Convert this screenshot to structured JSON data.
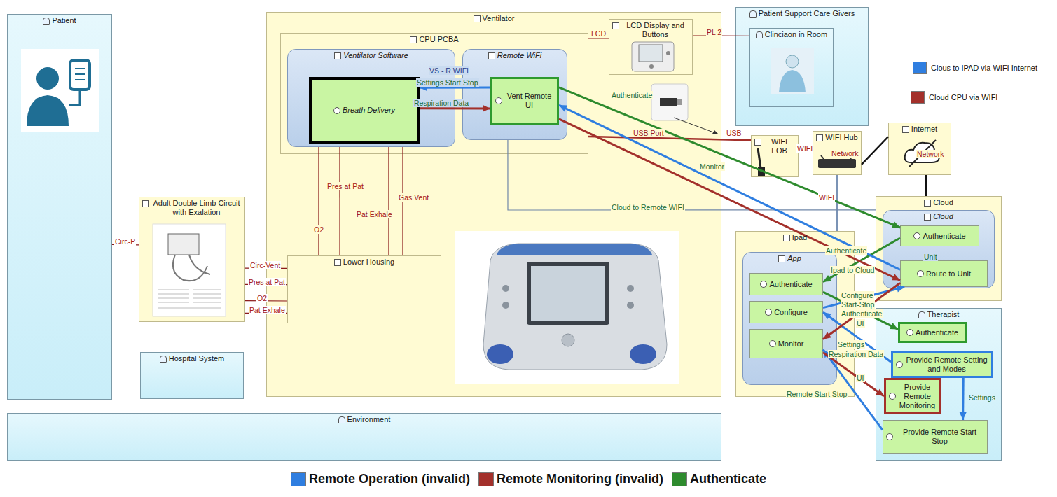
{
  "diagram": {
    "nodes": [
      {
        "text": [
          "Patient"
        ]
      },
      {
        "text": [
          "Adult Double Limb Circuit with Exalation"
        ]
      },
      {
        "text": [
          "Hospital System"
        ]
      },
      {
        "text": [
          "Environment"
        ]
      },
      {
        "text": [
          "Ventilator"
        ]
      },
      {
        "text": [
          "CPU PCBA"
        ],
        "in": 4
      },
      {
        "text": [
          "Ventilator Software"
        ],
        "in": 5
      },
      {
        "text": [
          "Breath Delivery"
        ],
        "in": 6
      },
      {
        "text": [
          "Remote WiFi"
        ],
        "in": 5
      },
      {
        "text": [
          "Vent Remote UI"
        ],
        "in": 8
      },
      {
        "text": [
          "LCD Display and Buttons"
        ],
        "in": 4
      },
      {
        "text": [
          "Lower Housing"
        ],
        "in": 4
      },
      {
        "text": [
          "Patient Support Care Givers"
        ]
      },
      {
        "text": [
          "Clinciaon in Room"
        ],
        "in": 12
      },
      {
        "text": [
          "WIFI FOB"
        ]
      },
      {
        "text": [
          "WIFI Hub"
        ]
      },
      {
        "text": [
          "Internet"
        ]
      },
      {
        "text": [
          "Cloud"
        ]
      },
      {
        "text": [
          "Cloud"
        ],
        "in": 17
      },
      {
        "text": [
          "Authenticate"
        ],
        "in": 18
      },
      {
        "text": [
          "Route to Unit"
        ],
        "in": 18
      },
      {
        "text": [
          "Ipad"
        ]
      },
      {
        "text": [
          "App"
        ],
        "in": 21
      },
      {
        "text": [
          "Authenticate"
        ],
        "in": 22
      },
      {
        "text": [
          "Configure"
        ],
        "in": 22
      },
      {
        "text": [
          "Monitor"
        ],
        "in": 22
      },
      {
        "text": [
          "Therapist"
        ]
      },
      {
        "text": [
          "Authenticate"
        ],
        "in": 26
      },
      {
        "text": [
          "Provide Remote Setting and Modes"
        ],
        "in": 26
      },
      {
        "text": [
          "Provide Remote Monitoring"
        ],
        "in": 26
      },
      {
        "text": [
          "Provide Remote Start Stop"
        ],
        "in": 26
      }
    ],
    "edges": [
      {
        "from": 0,
        "to": 1,
        "arrow": "none",
        "label": "Circ-P"
      },
      {
        "from": 1,
        "to": 11,
        "arrow": "none",
        "label": "Circ-Vent"
      },
      {
        "from": 1,
        "to": 11,
        "arrow": "none",
        "label": "Pres at Pat"
      },
      {
        "from": 1,
        "to": 11,
        "arrow": "none",
        "label": "O2"
      },
      {
        "from": 1,
        "to": 11,
        "arrow": "none",
        "label": "Pat Exhale"
      },
      {
        "from": 11,
        "to": 6,
        "arrow": "none",
        "label": "O2"
      },
      {
        "from": 11,
        "to": 6,
        "arrow": "none",
        "label": "Pres at Pat"
      },
      {
        "from": 11,
        "to": 6,
        "arrow": "none",
        "label": "Pat Exhale"
      },
      {
        "from": 11,
        "to": 6,
        "arrow": "none",
        "label": "Gas Vent"
      },
      {
        "from": 5,
        "to": 10,
        "arrow": "none",
        "label": "LCD"
      },
      {
        "from": 10,
        "to": 13,
        "arrow": "none",
        "label": "PL 2"
      },
      {
        "from": 5,
        "to": 14,
        "arrow": "none",
        "label": "USB Port"
      },
      {
        "from": 14,
        "to": 15,
        "arrow": "none",
        "label": "WIFI"
      },
      {
        "from": 15,
        "to": 16,
        "arrow": "none"
      },
      {
        "from": 16,
        "to": 17,
        "arrow": "none"
      },
      {
        "from": 15,
        "to": 21,
        "arrow": "none"
      },
      {
        "from": 8,
        "to": 17,
        "arrow": "none",
        "label": "Cloud to Remote WIFI"
      },
      {
        "from": 9,
        "to": 19,
        "arrow": "to"
      },
      {
        "from": 19,
        "to": 23,
        "arrow": "to"
      },
      {
        "from": 23,
        "to": 27,
        "arrow": "to"
      },
      {
        "from": 20,
        "to": 9,
        "arrow": "to"
      },
      {
        "from": 9,
        "to": 7,
        "arrow": "to",
        "label": "Settings Start Stop"
      },
      {
        "from": 28,
        "to": 24,
        "arrow": "to"
      },
      {
        "from": 24,
        "to": 20,
        "arrow": "to"
      },
      {
        "from": 30,
        "to": 25,
        "arrow": "to"
      },
      {
        "from": 28,
        "to": 30,
        "arrow": "to"
      },
      {
        "from": 7,
        "to": 9,
        "arrow": "to",
        "label": "Respiration Data"
      },
      {
        "from": 9,
        "to": 20,
        "arrow": "to"
      },
      {
        "from": 20,
        "to": 25,
        "arrow": "to"
      },
      {
        "from": 25,
        "to": 29,
        "arrow": "to"
      }
    ],
    "labels": [
      "VS - R WIFI",
      "Authenticate",
      "USB",
      "Network",
      "Network",
      "Monitor",
      "WIFI",
      "Unit",
      "Authenticate",
      "Ipad to Cloud",
      "Configure",
      "Start-Stop",
      "Authenticate",
      "UI",
      "Settings",
      "Respiration Data",
      "UI",
      "Remote Start Stop",
      "Settings"
    ],
    "legend": [
      {
        "text": "Clous to IPAD via WIFI Internet",
        "color": "#2f7ee0"
      },
      {
        "text": "Cloud CPU via WIFI",
        "color": "#a3302b"
      },
      {
        "text": "Remote Operation (invalid)",
        "color": "#2f7ee0"
      },
      {
        "text": "Remote Monitoring (invalid)",
        "color": "#a3302b"
      },
      {
        "text": "Authenticate",
        "color": "#2e8b2e"
      }
    ]
  }
}
